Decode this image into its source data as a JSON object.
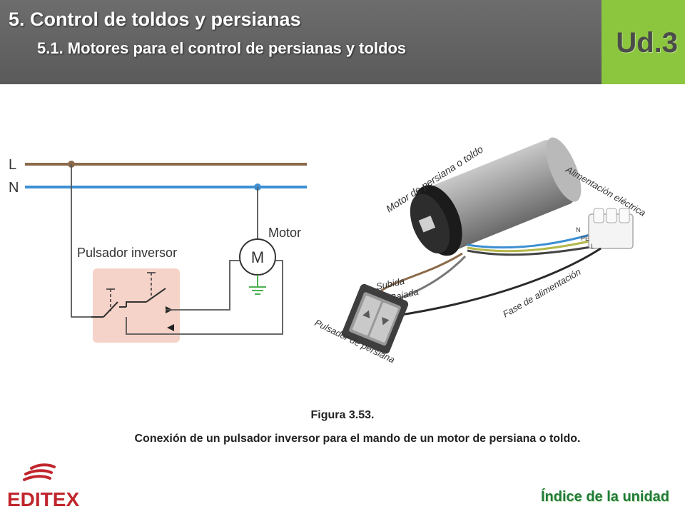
{
  "header": {
    "title": "5. Control de toldos y persianas",
    "subtitle": "5.1. Motores para el control de persianas y toldos",
    "unit": "Ud.3"
  },
  "diagram": {
    "line_L": "L",
    "line_N": "N",
    "switch_label": "Pulsador inversor",
    "motor_label": "Motor",
    "motor_symbol": "M"
  },
  "photo": {
    "motor_label": "Motor de persiana o toldo",
    "supply_label": "Alimentación eléctrica",
    "terminal_N": "N",
    "terminal_PE": "PE",
    "terminal_L": "L",
    "up_label": "Subida",
    "down_label": "Bajada",
    "phase_label": "Fase de alimentación",
    "button_label": "Pulsador de persiana"
  },
  "figure": {
    "number": "Figura 3.53.",
    "caption": "Conexión de un pulsador inversor para el mando de un motor de persiana o toldo."
  },
  "footer": {
    "logo_text": "EDITEX",
    "index_link": "Índice de la unidad"
  },
  "colors": {
    "header_bg": "#5f5f5f",
    "unit_bg": "#8cc63f",
    "live_wire": "#8b6a4a",
    "neutral_wire": "#3d8fd1",
    "ground": "#4caf50",
    "switch_box": "#f6d3c8",
    "logo_red": "#c0262d",
    "link_green": "#1f7a3a"
  }
}
